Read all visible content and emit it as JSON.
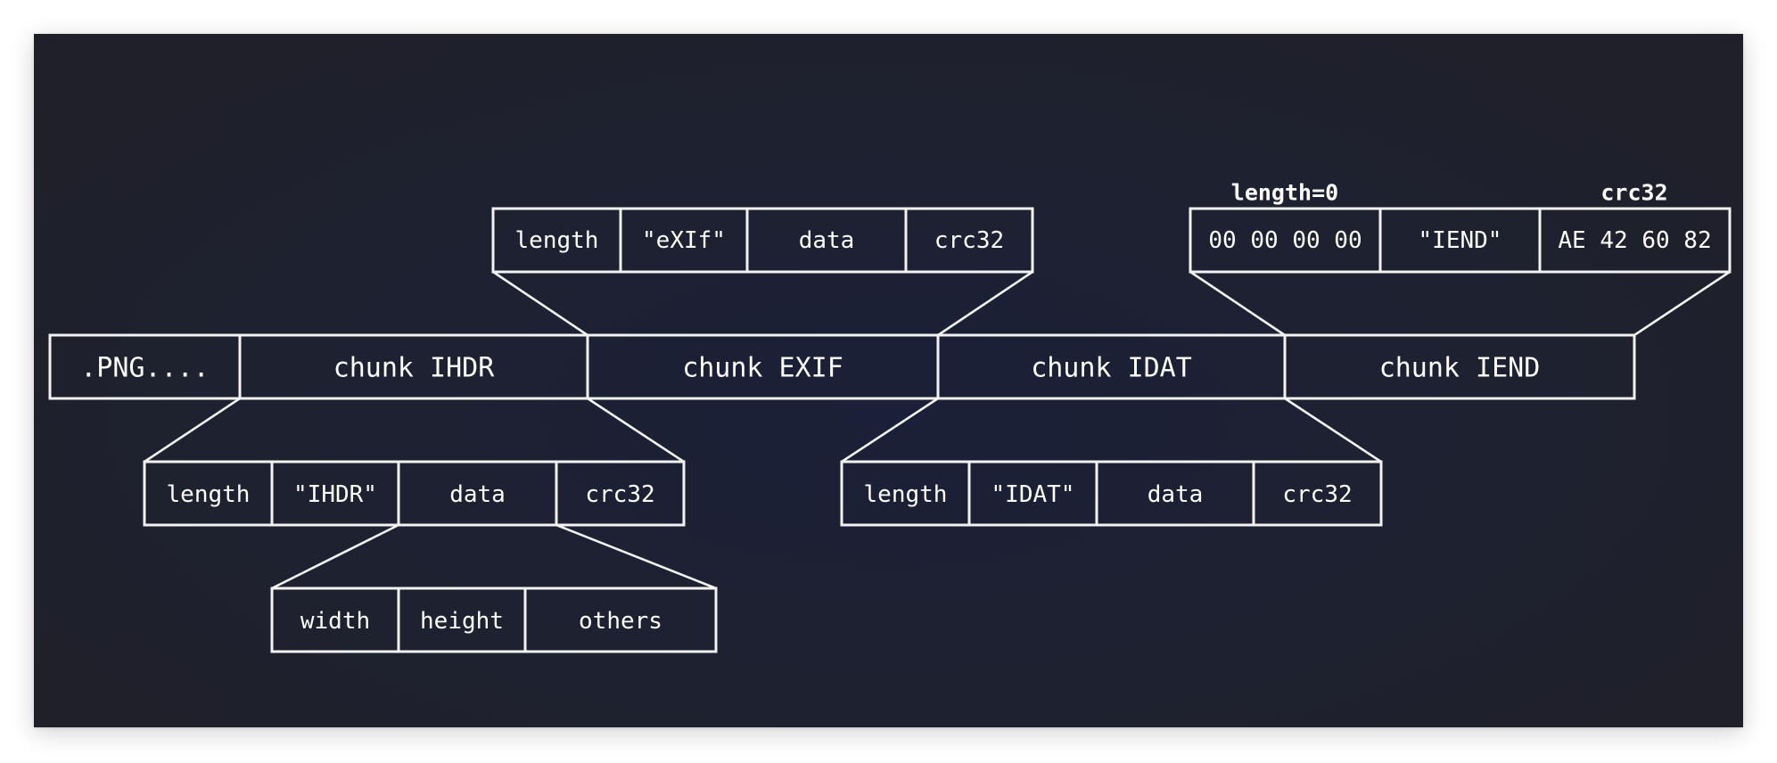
{
  "main_row": {
    "cells": [
      ".PNG....",
      "chunk IHDR",
      "chunk EXIF",
      "chunk IDAT",
      "chunk IEND"
    ]
  },
  "exif_chunk": {
    "cells": [
      "length",
      "\"eXIf\"",
      "data",
      "crc32"
    ]
  },
  "iend_chunk": {
    "cells": [
      "00 00 00 00",
      "\"IEND\"",
      "AE 42 60 82"
    ],
    "length_annotation": "length=0",
    "crc_annotation": "crc32"
  },
  "ihdr_chunk": {
    "cells": [
      "length",
      "\"IHDR\"",
      "data",
      "crc32"
    ]
  },
  "ihdr_data": {
    "cells": [
      "width",
      "height",
      "others"
    ]
  },
  "idat_chunk": {
    "cells": [
      "length",
      "\"IDAT\"",
      "data",
      "crc32"
    ]
  },
  "colors": {
    "background": "#1e2131",
    "stroke": "#f2f2f2",
    "text": "#ffffff"
  }
}
